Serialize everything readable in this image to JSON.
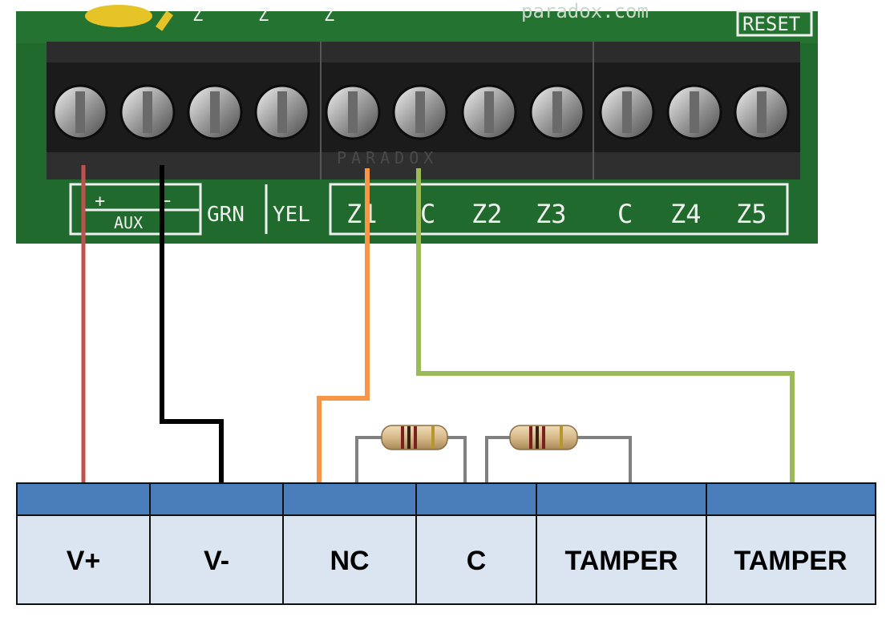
{
  "board": {
    "top_left_fragments": [
      "Z",
      "Z",
      "Z"
    ],
    "url_text": "paradox.com",
    "reset_label": "RESET",
    "aux_plus": "+",
    "aux_minus": "−",
    "aux_label": "AUX",
    "block_text": "PARADOX",
    "terminal_labels": [
      "GRN",
      "YEL",
      "Z1",
      "C",
      "Z2",
      "Z3",
      "C",
      "Z4",
      "Z5"
    ]
  },
  "detector": {
    "terminals": [
      "V+",
      "V-",
      "NC",
      "C",
      "TAMPER",
      "TAMPER"
    ]
  },
  "colors": {
    "pcb": "#1f6a2c",
    "terminal_block": "#1b1b1b",
    "terminal_header": "#4a7ebb",
    "terminal_body": "#dbe5f1",
    "border": "#111111",
    "wire_red": "#c0504d",
    "wire_black": "#000000",
    "wire_orange": "#f79646",
    "wire_green": "#9bbb59",
    "resistor_lead": "#808080",
    "resistor_body": "#d6b98a"
  }
}
